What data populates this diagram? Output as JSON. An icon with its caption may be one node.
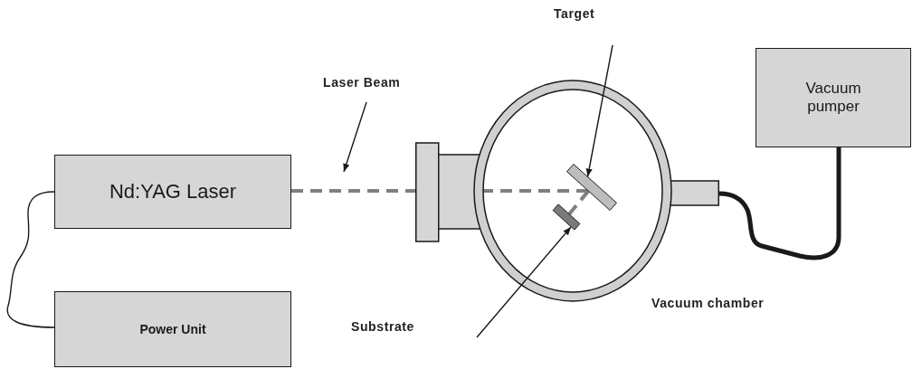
{
  "diagram": {
    "nodes": [
      {
        "text": [
          "Target"
        ]
      },
      {
        "text": [
          "Vacuum pumper"
        ]
      },
      {
        "text": [
          "Laser Beam"
        ]
      },
      {
        "text": [
          "Nd:YAG Laser"
        ]
      },
      {
        "text": [],
        "shape": "circle",
        "beside": [
          "Vacuum chamber"
        ]
      },
      {
        "text": [],
        "shape": "bar",
        "in": 4
      },
      {
        "text": [],
        "shape": "bar",
        "in": 4
      },
      {
        "text": [
          "Power Unit"
        ]
      },
      {
        "text": [
          "Substrate"
        ]
      }
    ],
    "edges": [
      {
        "from": 3,
        "to": 7,
        "arrow": "none"
      },
      {
        "from": 1,
        "to": 4,
        "arrow": "none",
        "style": "thick"
      },
      {
        "from": 3,
        "to": 5,
        "arrow": "none",
        "style": "dashed",
        "color": "#808080"
      },
      {
        "from": 5,
        "to": 6,
        "arrow": "none",
        "style": "dashed",
        "color": "#808080"
      },
      {
        "from": 0,
        "to": 5,
        "arrow": "to"
      },
      {
        "from": 8,
        "to": 6,
        "arrow": "to"
      },
      {
        "from": 2,
        "to": null,
        "arrow": "to"
      }
    ]
  }
}
